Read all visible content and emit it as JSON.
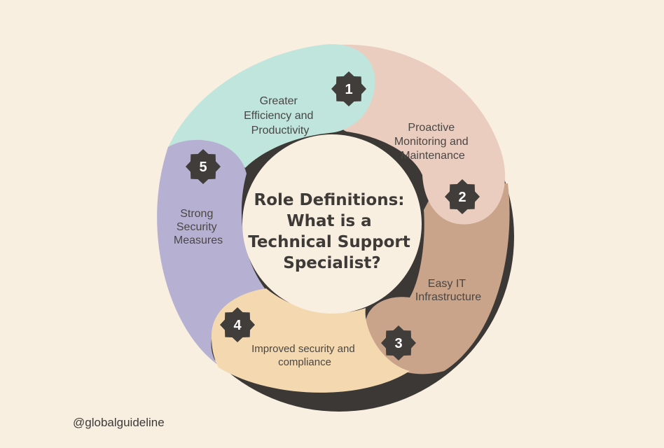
{
  "diagram": {
    "title_lines": [
      "Role Definitions:",
      "What is a",
      "Technical Support",
      "Specialist?"
    ],
    "segments": [
      {
        "number": "1",
        "label_lines": [
          "Greater",
          "Efficiency and",
          "Productivity"
        ],
        "color": "#bfe5dc"
      },
      {
        "number": "2",
        "label_lines": [
          "Proactive",
          "Monitoring and",
          "Maintenance"
        ],
        "color": "#eacdbf"
      },
      {
        "number": "3",
        "label_lines": [
          "Easy IT",
          "Infrastructure"
        ],
        "color": "#c9a48a"
      },
      {
        "number": "4",
        "label_lines": [
          "Improved security and",
          "compliance"
        ],
        "color": "#f4d9b0"
      },
      {
        "number": "5",
        "label_lines": [
          "Strong",
          "Security",
          "Measures"
        ],
        "color": "#b6b1d2"
      }
    ],
    "badge_color": "#403d3b",
    "center_color": "#f8efe0"
  },
  "footer": {
    "handle": "@globalguideline"
  },
  "colors": {
    "background": "#f8efe0",
    "shadow": "#3b3836"
  }
}
